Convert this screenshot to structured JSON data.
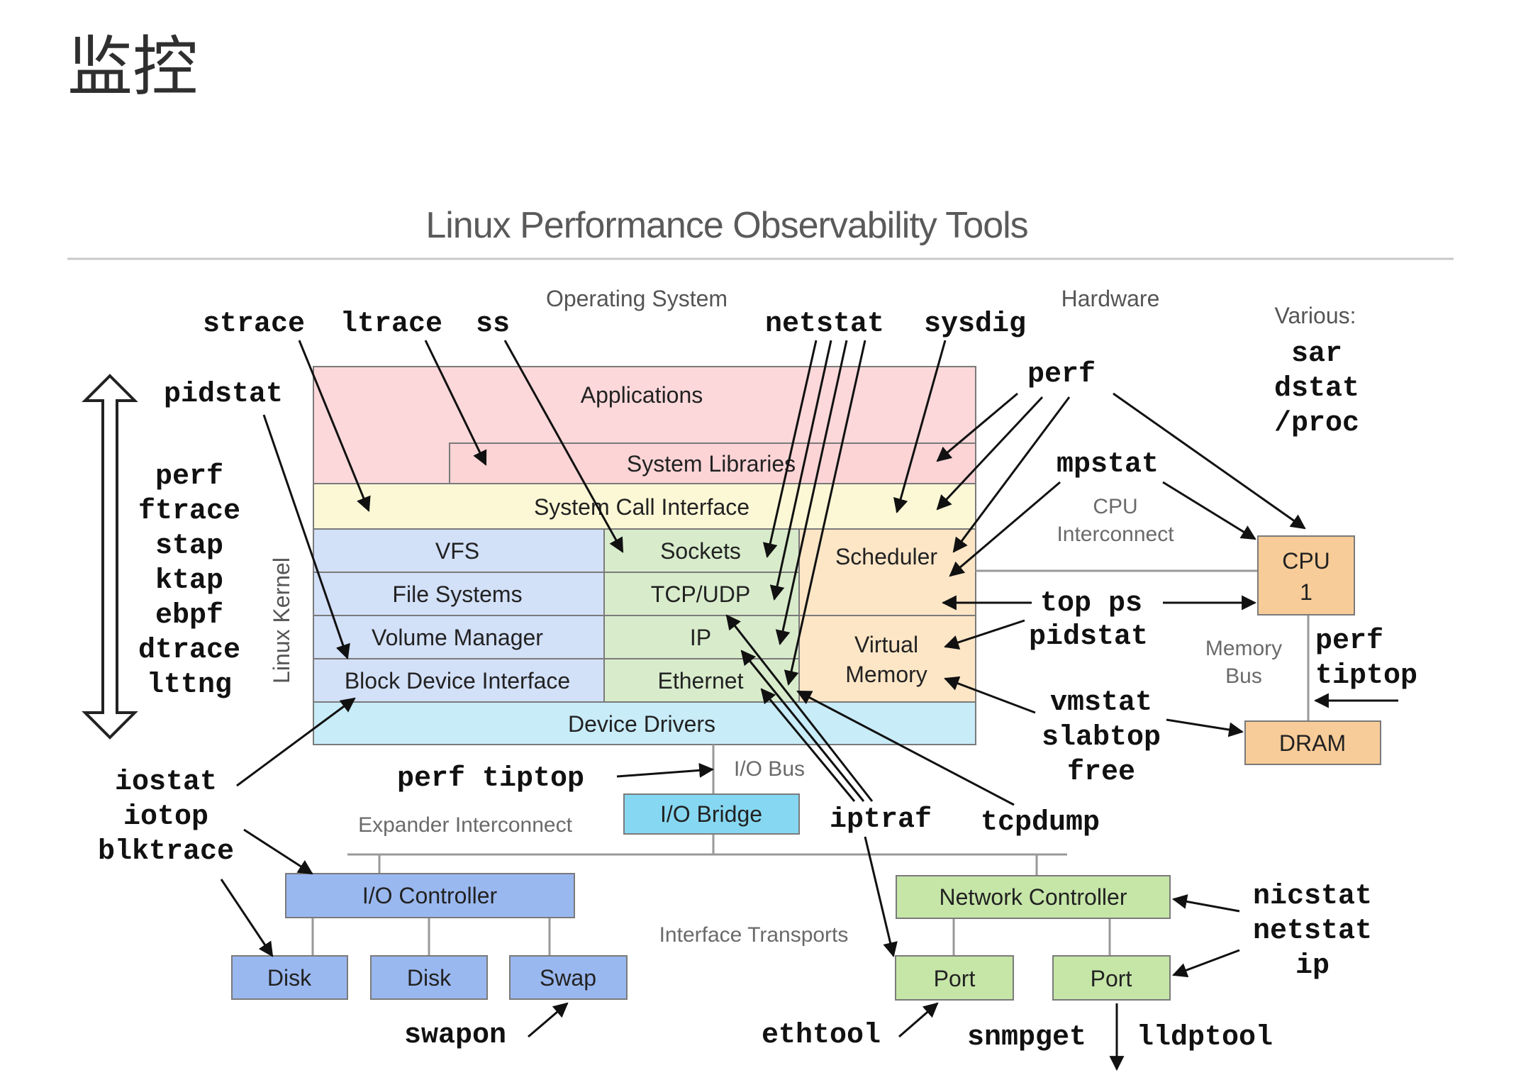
{
  "page": {
    "heading": "监控"
  },
  "diagram": {
    "title": "Linux Performance Observability Tools",
    "sections": {
      "os": "Operating System",
      "hardware": "Hardware",
      "various": "Various:",
      "linux_kernel": "Linux Kernel",
      "cpu_interconnect": [
        "CPU",
        "Interconnect"
      ],
      "memory_bus": [
        "Memory",
        "Bus"
      ],
      "io_bus": "I/O Bus",
      "expander_interconnect": "Expander Interconnect",
      "interface_transports": "Interface Transports"
    },
    "layers": {
      "applications": "Applications",
      "system_libraries": "System Libraries",
      "system_call_interface": "System Call Interface",
      "vfs": "VFS",
      "file_systems": "File Systems",
      "volume_manager": "Volume Manager",
      "block_device_interface": "Block Device Interface",
      "sockets": "Sockets",
      "tcp_udp": "TCP/UDP",
      "ip": "IP",
      "ethernet": "Ethernet",
      "scheduler": "Scheduler",
      "virtual_memory": [
        "Virtual",
        "Memory"
      ],
      "device_drivers": "Device Drivers"
    },
    "hardware": {
      "cpu": [
        "CPU",
        "1"
      ],
      "dram": "DRAM",
      "io_bridge": "I/O Bridge",
      "io_controller": "I/O Controller",
      "disk1": "Disk",
      "disk2": "Disk",
      "swap": "Swap",
      "network_controller": "Network Controller",
      "port1": "Port",
      "port2": "Port"
    },
    "tools": {
      "strace": "strace",
      "ltrace": "ltrace",
      "ss": "ss",
      "netstat_top": "netstat",
      "sysdig": "sysdig",
      "pidstat_left": "pidstat",
      "left_stack": [
        "perf",
        "ftrace",
        "stap",
        "ktap",
        "ebpf",
        "dtrace",
        "lttng"
      ],
      "perf_top": "perf",
      "various_stack": [
        "sar",
        "dstat",
        "/proc"
      ],
      "mpstat": "mpstat",
      "top_ps": "top ps",
      "pidstat_right": "pidstat",
      "perf_tiptop_right": [
        "perf",
        "tiptop"
      ],
      "vm_stack": [
        "vmstat",
        "slabtop",
        "free"
      ],
      "io_stack": [
        "iostat",
        "iotop",
        "blktrace"
      ],
      "perf_tiptop_mid": "perf tiptop",
      "iptraf": "iptraf",
      "tcpdump": "tcpdump",
      "nic_stack": [
        "nicstat",
        "netstat",
        "ip"
      ],
      "swapon": "swapon",
      "ethtool": "ethtool",
      "snmpget": "snmpget",
      "lldptool": "lldptool"
    },
    "colors": {
      "applications": "#fcd8da",
      "system_call": "#fcf8d6",
      "vfs_stack": "#d2e0f8",
      "net_stack": "#d8eccc",
      "sched_vm": "#fde6c6",
      "device_drivers": "#c8ecf8",
      "io_bridge": "#86d8f2",
      "io_blue": "#9ab8f0",
      "net_green": "#c6e6a8",
      "cpu_orange": "#f8cc98",
      "border": "#777777",
      "arrow": "#111111"
    }
  }
}
